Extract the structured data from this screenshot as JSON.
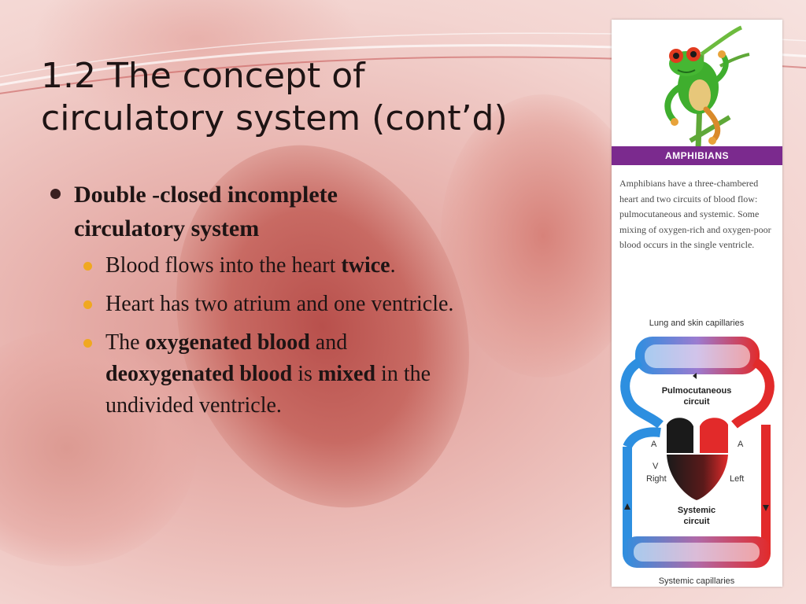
{
  "slide": {
    "title_lines": [
      "1.2 The concept of",
      "circulatory system (cont’d)"
    ],
    "main_bullet": {
      "line1": "Double -closed incomplete",
      "line2": "circulatory system"
    },
    "sub_bullets": {
      "b1": {
        "pre": "Blood flows into the heart ",
        "bold": "twice",
        "post": "."
      },
      "b2": {
        "text": "Heart has two atrium and one ventricle."
      },
      "b3": {
        "t1": "The ",
        "bold1": "oxygenated blood",
        "t2": " and",
        "bold2": "deoxygenated blood",
        "t3": " is ",
        "bold3": "mixed",
        "t4": " in the",
        "t5": "undivided ventricle."
      }
    }
  },
  "panel": {
    "band_label": "AMPHIBIANS",
    "description": "Amphibians have a three-chambered heart and two circuits of blood flow: pulmocutaneous and systemic. Some mixing of oxygen-rich and oxygen-poor blood occurs in the single ventricle.",
    "diagram": {
      "top_label": "Lung and skin capillaries",
      "pulmo_line1": "Pulmocutaneous",
      "pulmo_line2": "circuit",
      "atrium_left": "A",
      "atrium_right": "A",
      "ventricle": "V",
      "right_label": "Right",
      "left_label": "Left",
      "systemic_line1": "Systemic",
      "systemic_line2": "circuit",
      "bottom_label": "Systemic capillaries"
    }
  },
  "colors": {
    "oxygen_poor": "#2d8fe0",
    "oxygen_rich": "#e22a2a",
    "band": "#7b2a8e",
    "sub_bullet": "#f0a820"
  }
}
